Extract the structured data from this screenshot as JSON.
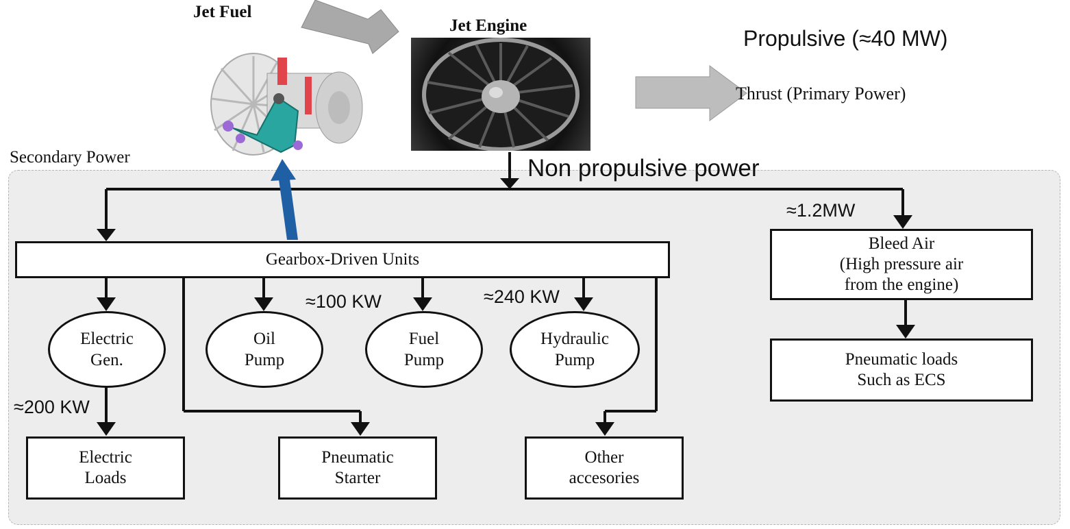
{
  "header": {
    "jet_fuel": "Jet Fuel",
    "jet_engine": "Jet Engine",
    "propulsive": "Propulsive (≈40 MW)",
    "thrust": "Thrust (Primary Power)"
  },
  "images": {
    "engine_cutaway": "engine-cutaway-icon",
    "jet_engine_photo": "jet-engine-front-icon"
  },
  "secondary": {
    "title": "Secondary Power",
    "non_propulsive": "Non propulsive power",
    "gearbox": "Gearbox-Driven Units",
    "bleed_value": "≈1.2MW",
    "bleed_air": "Bleed Air\n(High pressure air\nfrom the engine)",
    "pneumatic_loads": "Pneumatic loads\nSuch as ECS",
    "units": {
      "electric_gen": "Electric\nGen.",
      "oil_pump": "Oil\nPump",
      "fuel_pump": "Fuel\nPump",
      "hydraulic_pump": "Hydraulic\nPump"
    },
    "values": {
      "fuel_pump_kw": "≈100 KW",
      "hydraulic_kw": "≈240 KW",
      "electric_kw": "≈200 KW"
    },
    "loads": {
      "electric_loads": "Electric\nLoads",
      "pneumatic_starter": "Pneumatic\nStarter",
      "other_accessories": "Other\naccesories"
    }
  },
  "colors": {
    "feedback_arrow": "#1f5fa3",
    "block_arrow": "#a9a9a9",
    "panel_bg": "#ededed"
  }
}
